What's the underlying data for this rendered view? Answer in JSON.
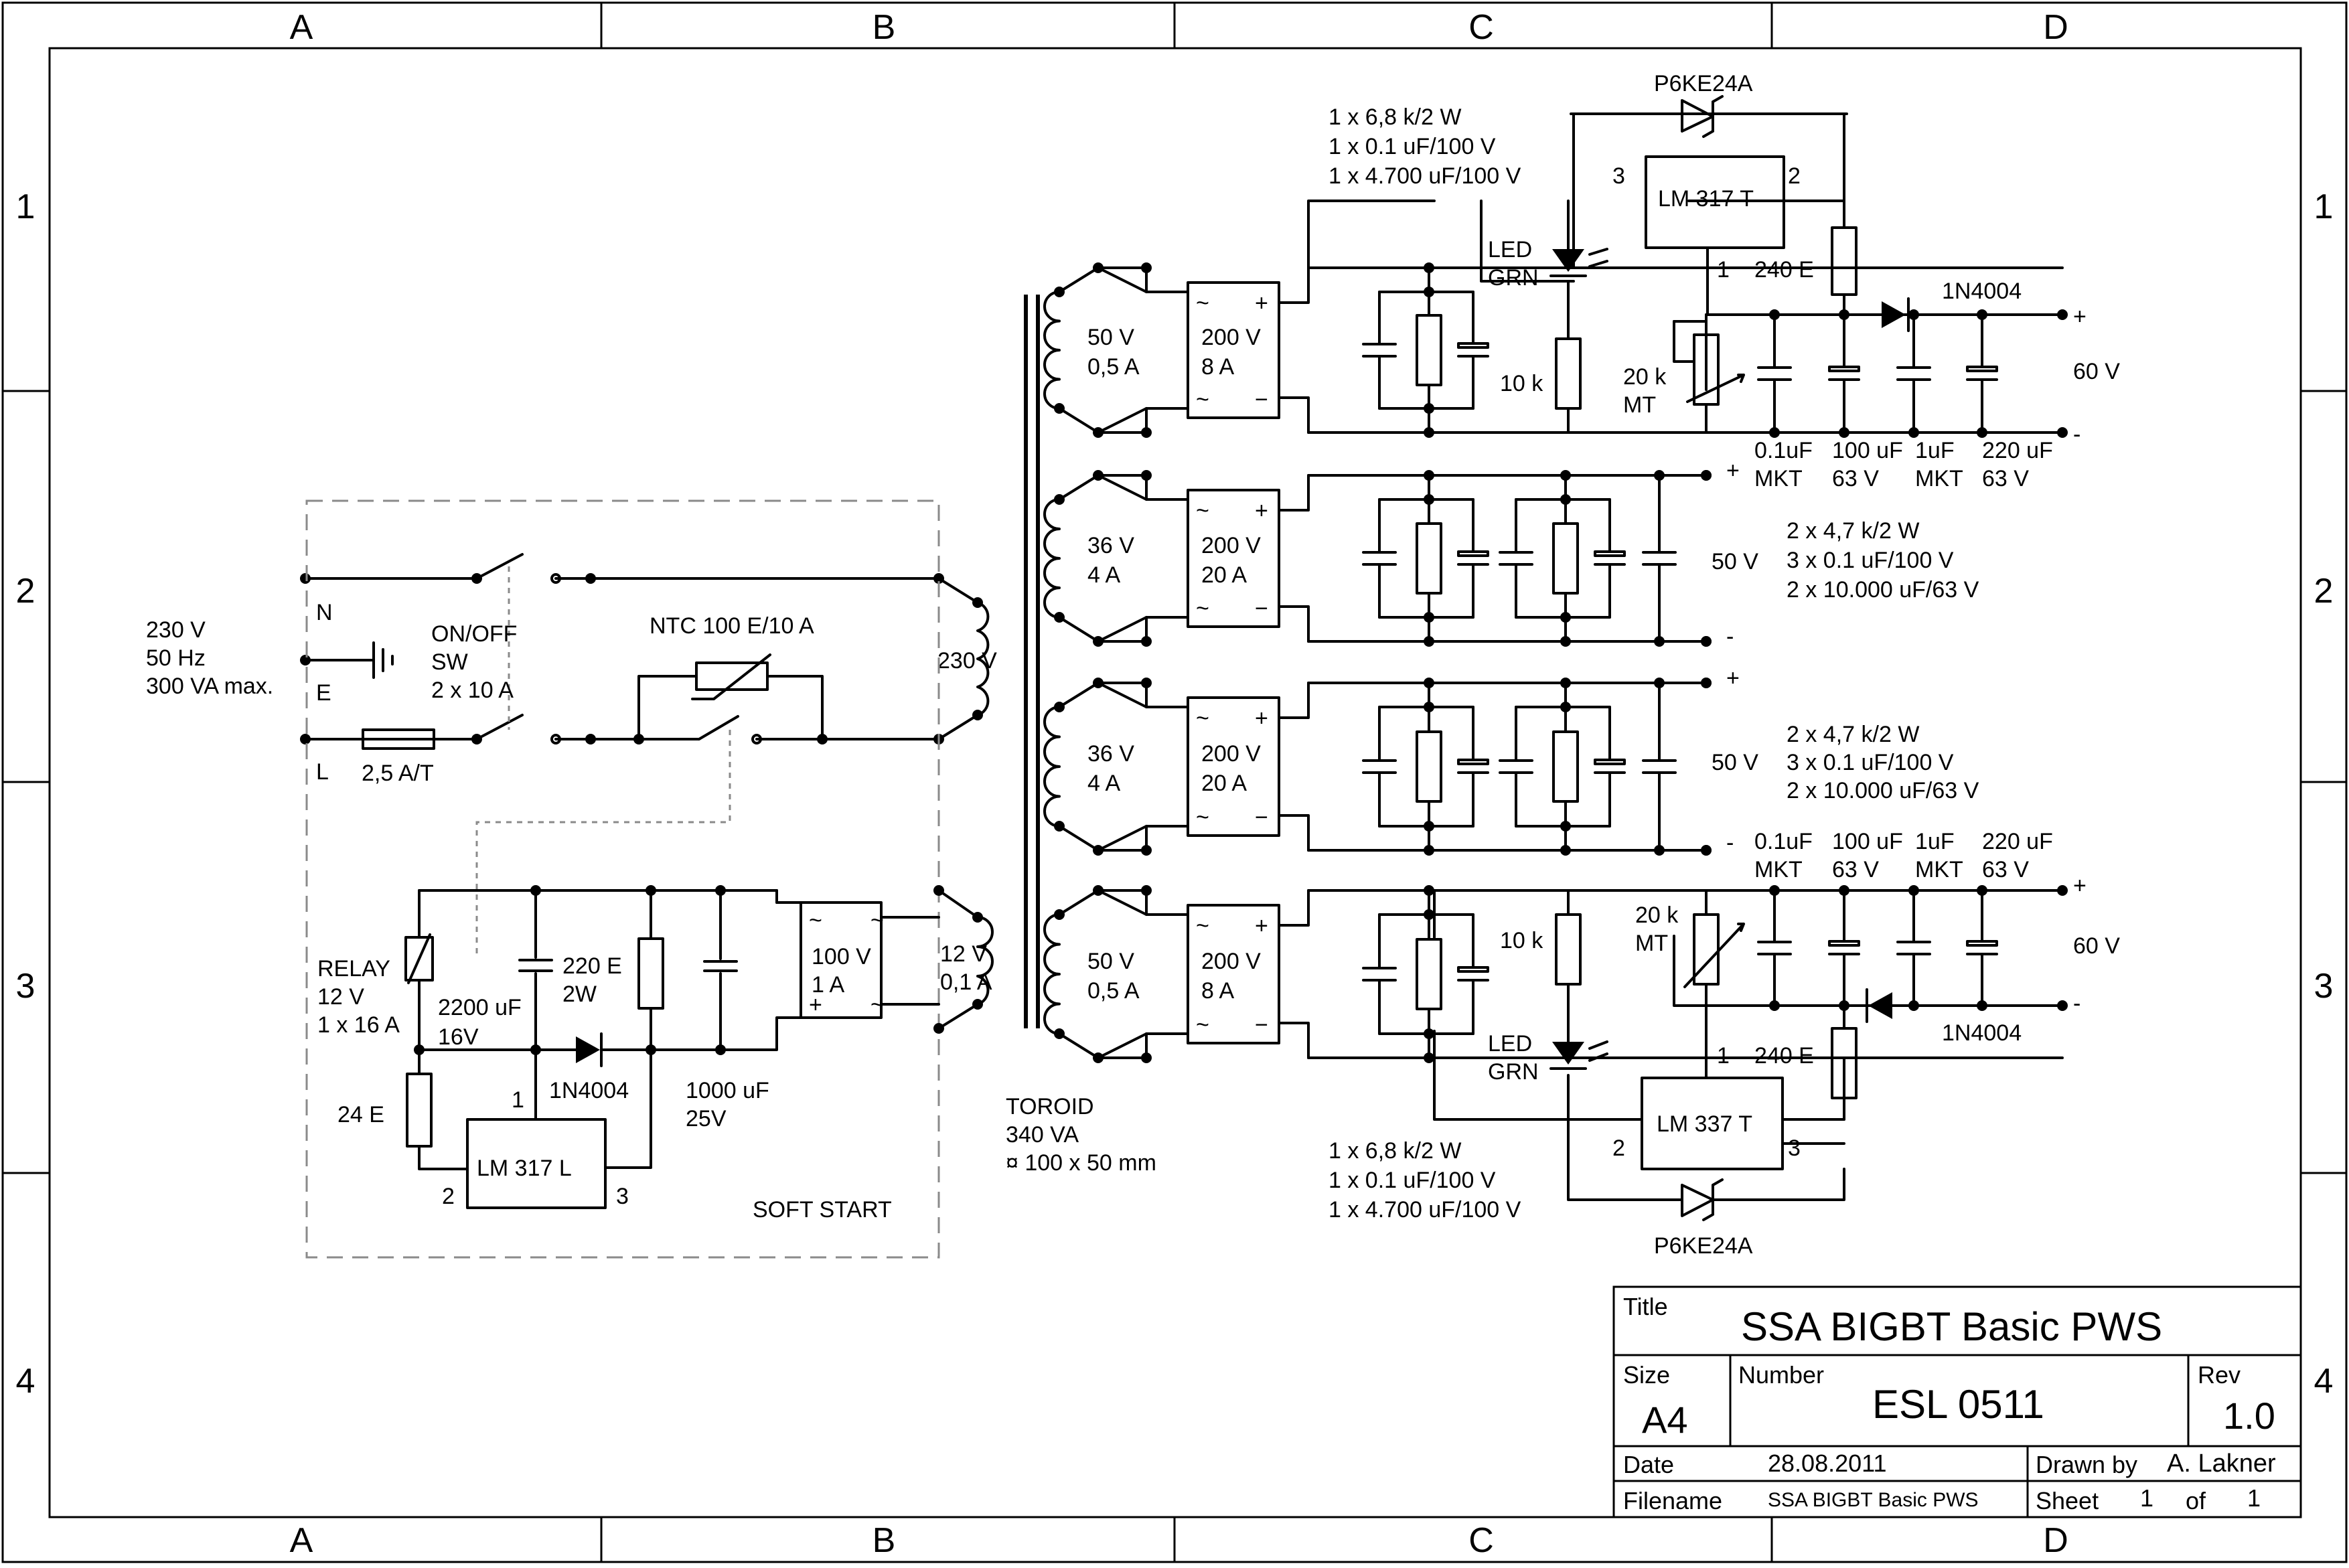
{
  "frame": {
    "columns": [
      "A",
      "B",
      "C",
      "D"
    ],
    "rows": [
      "1",
      "2",
      "3",
      "4"
    ]
  },
  "title_block": {
    "title_label": "Title",
    "title": "SSA BIGBT Basic PWS",
    "size_label": "Size",
    "size": "A4",
    "number_label": "Number",
    "number": "ESL 0511",
    "rev_label": "Rev",
    "rev": "1.0",
    "date_label": "Date",
    "date": "28.08.2011",
    "drawn_label": "Drawn by",
    "drawn_by": "A. Lakner",
    "filename_label": "Filename",
    "filename": "SSA BIGBT Basic PWS",
    "sheet_label": "Sheet",
    "sheet": "1",
    "of_label": "of",
    "of": "1"
  },
  "mains": {
    "input": [
      "230 V",
      "50 Hz",
      "300 VA max."
    ],
    "n": "N",
    "e": "E",
    "l": "L",
    "switch": [
      "ON/OFF",
      "SW",
      "2 x 10 A"
    ],
    "fuse": "2,5 A/T",
    "ntc": "NTC 100 E/10 A",
    "primary": "230 V"
  },
  "soft_start": {
    "label": "SOFT START",
    "relay": [
      "RELAY",
      "12 V",
      "1 x 16 A"
    ],
    "cap1": [
      "2200 uF",
      "16V"
    ],
    "res1": [
      "220 E",
      "2W"
    ],
    "diode": "1N4004",
    "cap2": [
      "1000 uF",
      "25V"
    ],
    "res2": "24 E",
    "reg": "LM 317 L",
    "reg_pins": [
      "1",
      "2",
      "3"
    ],
    "bridge": [
      "100 V",
      "1 A"
    ],
    "winding": [
      "12 V",
      "0,1 A"
    ]
  },
  "transformer": [
    "TOROID",
    "340 VA",
    "¤ 100 x 50 mm"
  ],
  "windings": [
    {
      "v": "50 V",
      "a": "0,5 A"
    },
    {
      "v": "36 V",
      "a": "4 A"
    },
    {
      "v": "36 V",
      "a": "4 A"
    },
    {
      "v": "50 V",
      "a": "0,5 A"
    }
  ],
  "bridges": [
    {
      "v": "200 V",
      "a": "8 A"
    },
    {
      "v": "200 V",
      "a": "20 A"
    },
    {
      "v": "200 V",
      "a": "20 A"
    },
    {
      "v": "200 V",
      "a": "8 A"
    }
  ],
  "rail_top": {
    "tvs": "P6KE24A",
    "parts": [
      "1 x 6,8 k/2 W",
      "1 x 0.1 uF/100 V",
      "1 x 4.700 uF/100 V"
    ],
    "reg": "LM 317 T",
    "pin_in": "3",
    "pin_out": "2",
    "pin_adj": "1",
    "led": [
      "LED",
      "GRN"
    ],
    "r_led": "10 k",
    "r_set": "240 E",
    "pot": [
      "20 k",
      "MT"
    ],
    "diode": "1N4004",
    "caps": [
      [
        "0.1uF",
        "MKT"
      ],
      [
        "100 uF",
        "63 V"
      ],
      [
        "1uF",
        "MKT"
      ],
      [
        "220 uF",
        "63 V"
      ]
    ],
    "out": "60 V",
    "plus": "+",
    "minus": "-"
  },
  "rail_mid": {
    "out": "50 V",
    "parts": [
      "2 x 4,7 k/2 W",
      "3 x 0.1 uF/100 V",
      "2 x 10.000 uF/63 V"
    ],
    "plus": "+",
    "minus": "-"
  },
  "rail_bot": {
    "tvs": "P6KE24A",
    "parts": [
      "1 x 6,8 k/2 W",
      "1 x 0.1 uF/100 V",
      "1 x 4.700 uF/100 V"
    ],
    "reg": "LM 337 T",
    "pin_in": "3",
    "pin_out": "2",
    "pin_adj": "1",
    "led": [
      "LED",
      "GRN"
    ],
    "r_led": "10 k",
    "r_set": "240 E",
    "pot": [
      "20 k",
      "MT"
    ],
    "diode": "1N4004",
    "caps": [
      [
        "0.1uF",
        "MKT"
      ],
      [
        "100 uF",
        "63 V"
      ],
      [
        "1uF",
        "MKT"
      ],
      [
        "220 uF",
        "63 V"
      ]
    ],
    "out": "60 V",
    "plus": "+",
    "minus": "-"
  }
}
